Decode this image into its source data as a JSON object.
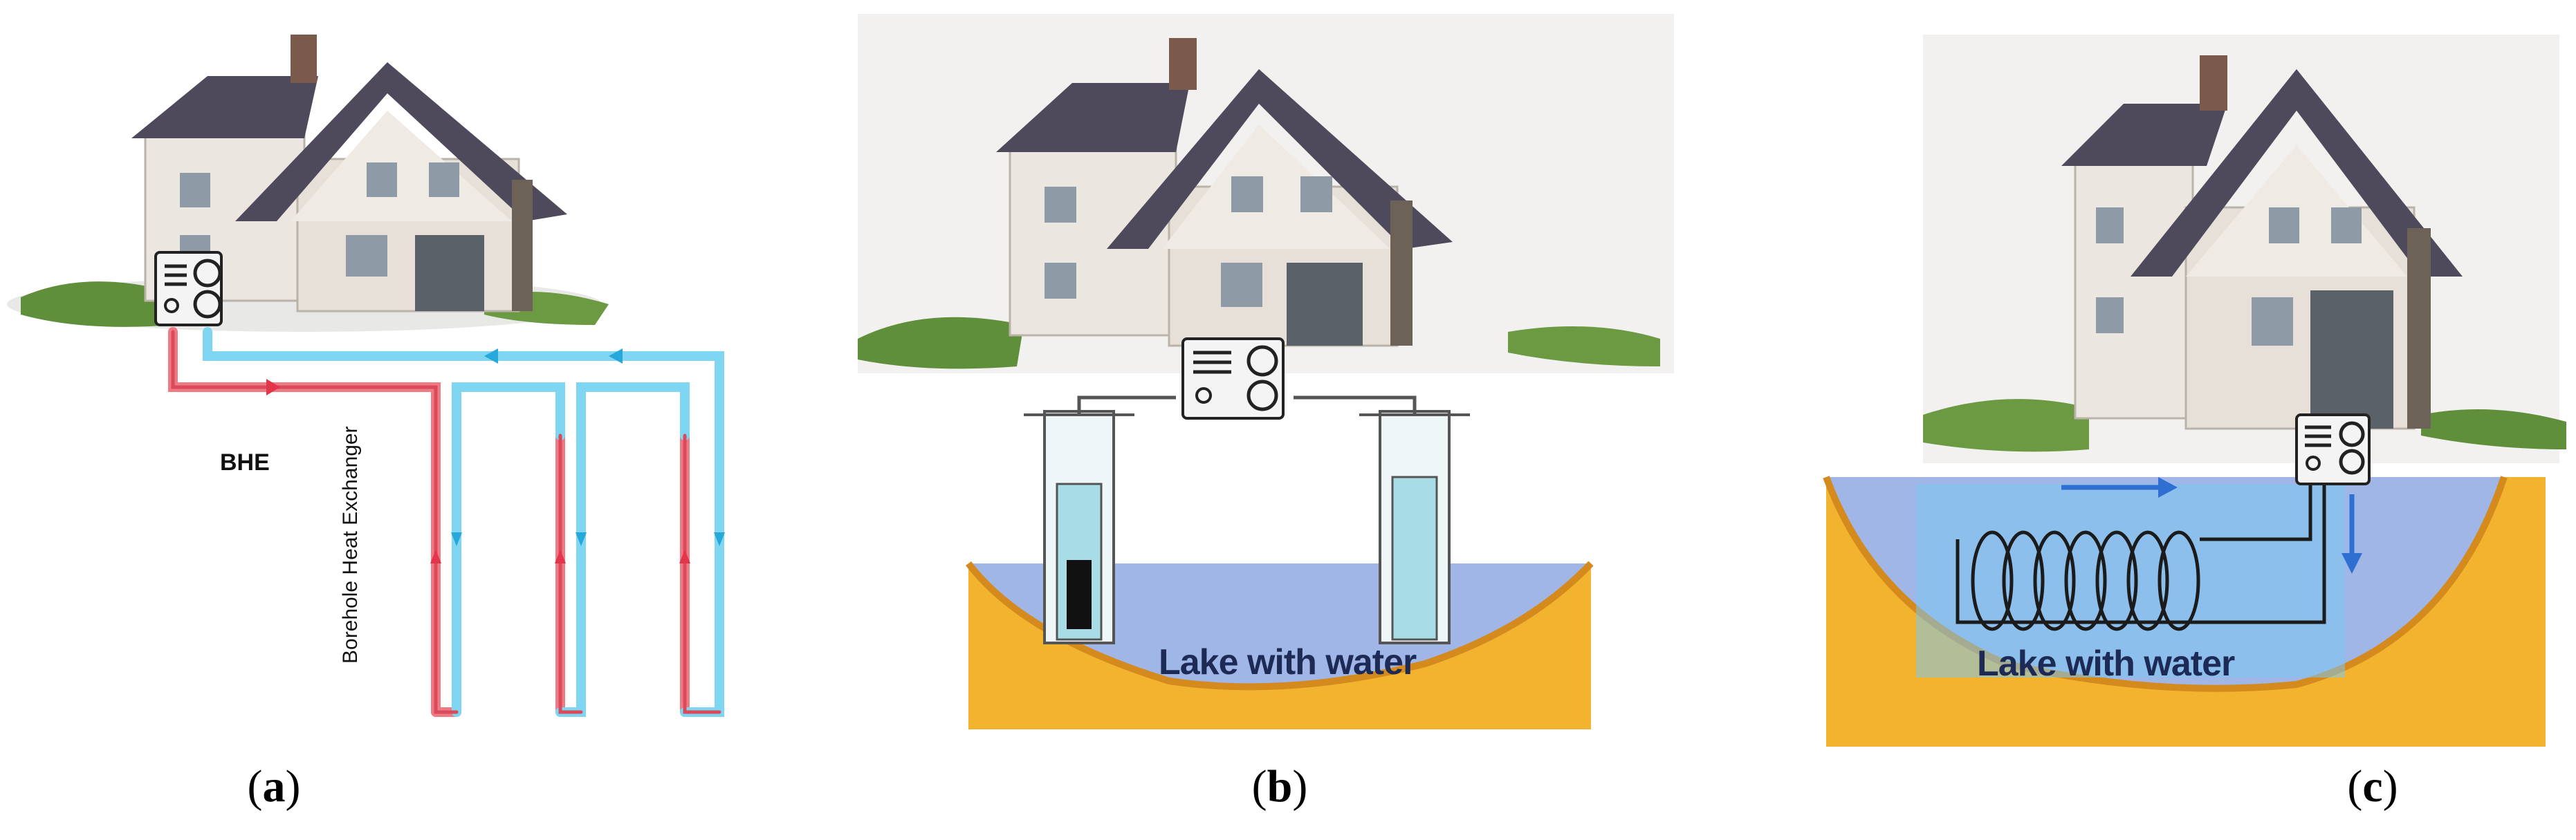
{
  "panels": [
    {
      "caption_open": "(",
      "caption_letter": "a",
      "caption_close": ")",
      "label_short": "BHE",
      "label_long": "Borehole Heat Exchanger"
    },
    {
      "caption_open": "(",
      "caption_letter": "b",
      "caption_close": ")",
      "lake_label": "Lake with water"
    },
    {
      "caption_open": "(",
      "caption_letter": "c",
      "caption_close": ")",
      "lake_label": "Lake with water"
    }
  ],
  "colors": {
    "hot_pipe": "#f07a84",
    "cold_pipe": "#7fd6f2",
    "lake_water": "#9fb6e6",
    "lake_ground": "#f2b42e",
    "roof": "#4e4a5c",
    "wall": "#ece7e1"
  }
}
